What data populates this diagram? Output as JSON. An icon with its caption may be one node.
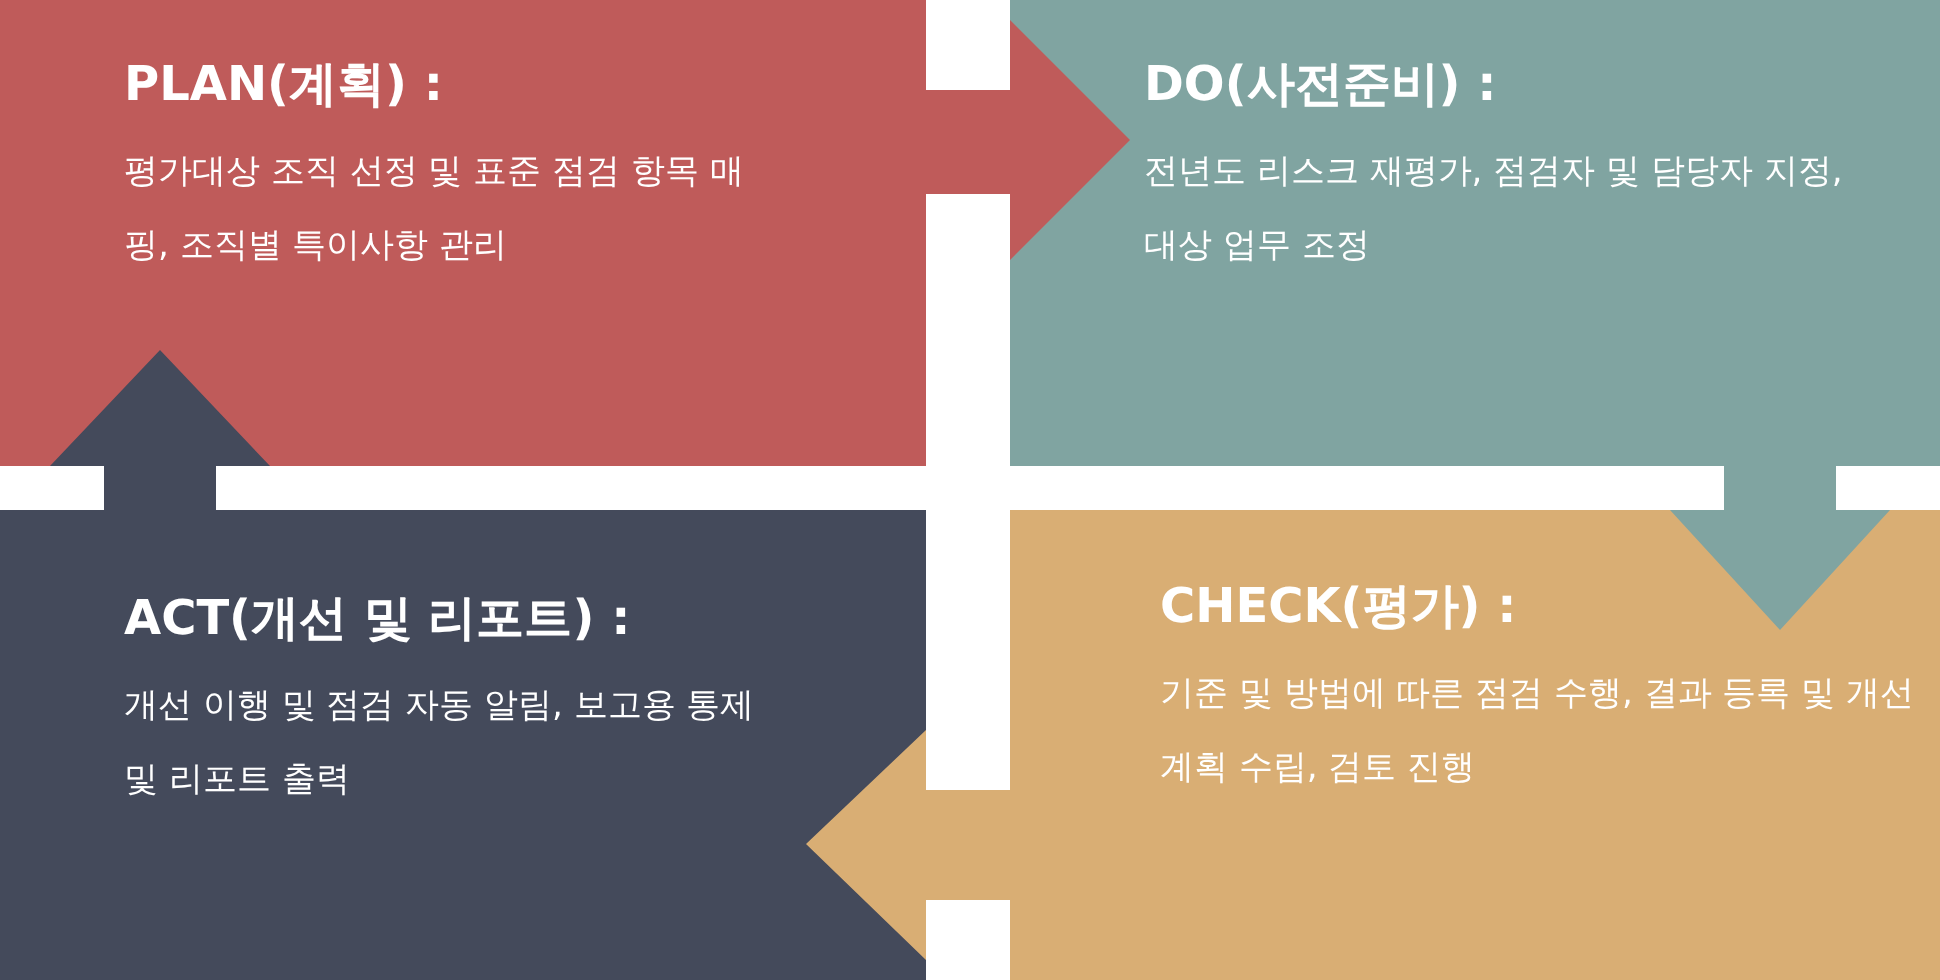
{
  "diagram": {
    "nodes": [
      {
        "text": [
          "PLAN(계획) :",
          "평가대상 조직 선정 및 표준 점검 항목 매핑, 조직별 특이사항 관리"
        ]
      },
      {
        "text": [
          "DO(사전준비) :",
          "전년도 리스크 재평가, 점검자 및 담당자 지정, 대상 업무 조정"
        ]
      },
      {
        "text": [
          "CHECK(평가) :",
          "기준 및 방법에 따른 점검 수행, 결과 등록 및 개선계획 수립, 검토 진행"
        ]
      },
      {
        "text": [
          "ACT(개선 및 리포트) :",
          "개선 이행 및 점검 자동 알림, 보고용 통제 및 리포트 출력"
        ]
      }
    ],
    "edges": [
      {
        "from": 0,
        "to": 1,
        "arrow": "to"
      },
      {
        "from": 1,
        "to": 2,
        "arrow": "to"
      },
      {
        "from": 2,
        "to": 3,
        "arrow": "to"
      },
      {
        "from": 3,
        "to": 0,
        "arrow": "to"
      }
    ]
  }
}
